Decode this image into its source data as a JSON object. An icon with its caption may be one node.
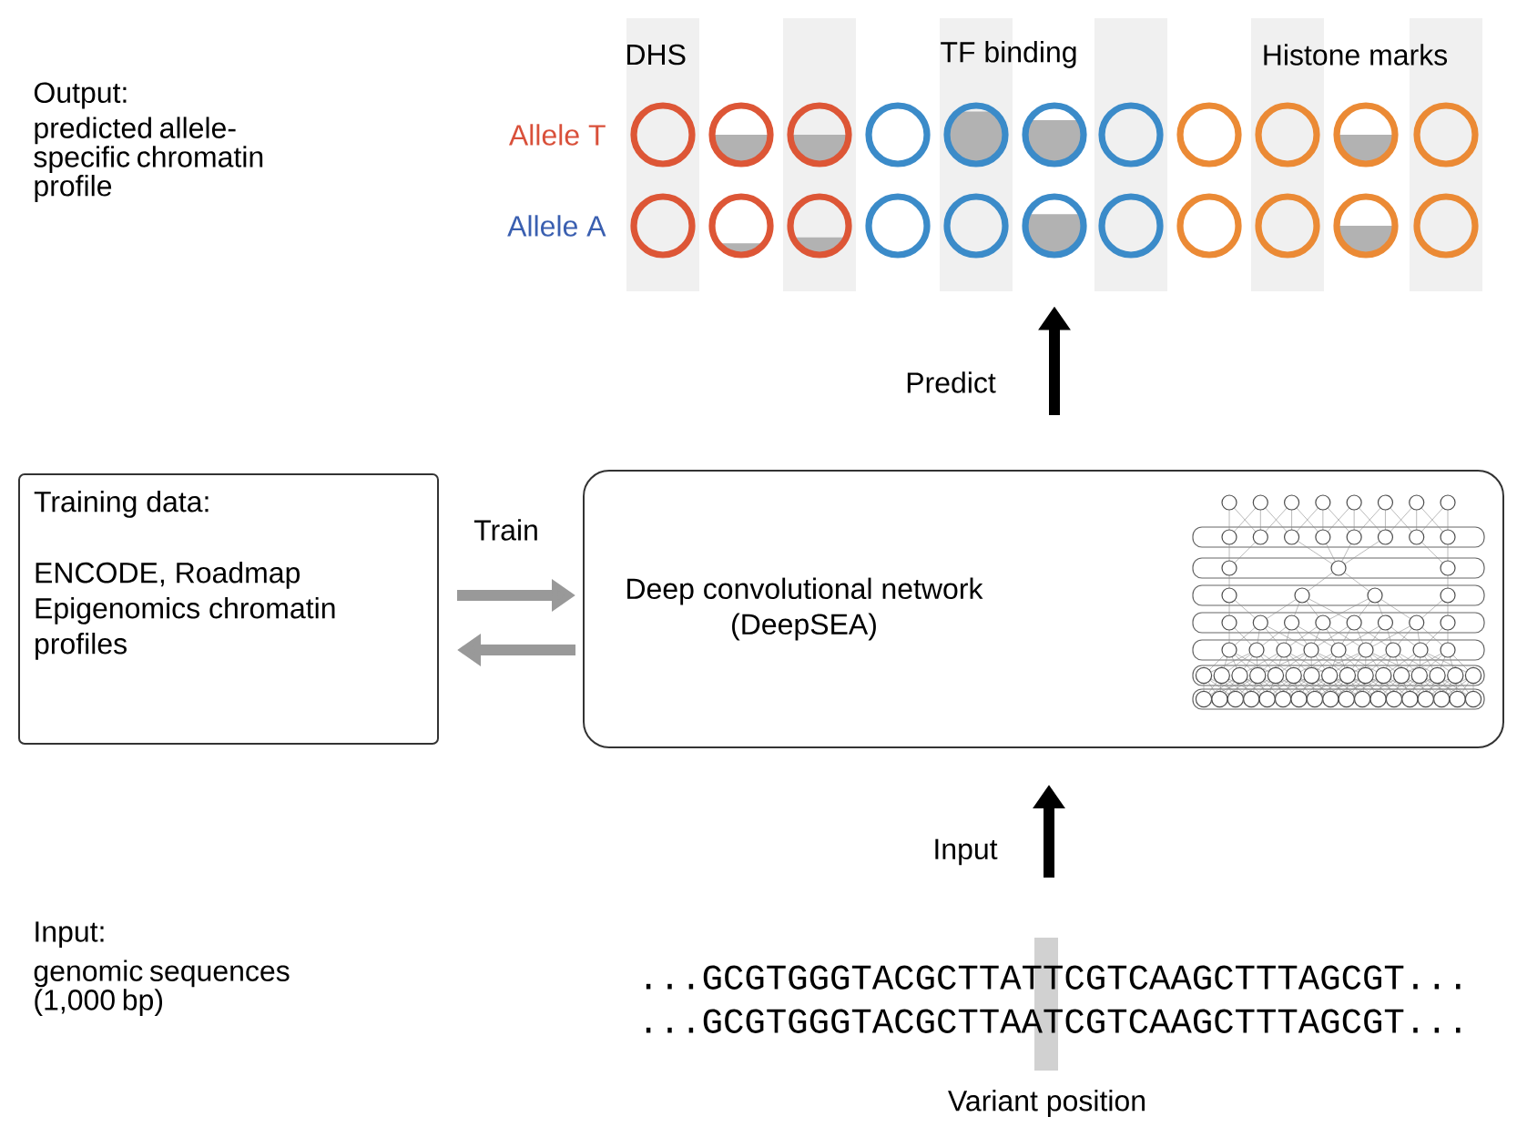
{
  "diagram": {
    "nodes": [
      {
        "text": [
          "Training data:",
          "ENCODE, Roadmap Epigenomics chromatin profiles"
        ]
      },
      {
        "text": [
          "Deep convolutional network (DeepSEA)"
        ]
      },
      {
        "text": [],
        "shape": "picture"
      },
      {
        "text": [
          "...GCGTGGGTACGCTTATTCGTCAAGCTTTAGCGT...",
          "...GCGTGGGTACGCTTAATCGTCAAGCTTTAGCGT..."
        ]
      }
    ],
    "edges": [
      {
        "from": 0,
        "to": 1,
        "arrow": "to",
        "label": "Train",
        "color": "#999999"
      },
      {
        "from": 1,
        "to": 0,
        "arrow": "to",
        "color": "#999999"
      },
      {
        "from": 1,
        "to": 2,
        "arrow": "to",
        "label": "Predict",
        "color": "#000000"
      },
      {
        "from": 3,
        "to": 1,
        "arrow": "to",
        "label": "Input",
        "color": "#000000"
      }
    ],
    "labels": [
      "Output:",
      "predicted allele-specific chromatin profile",
      "DHS",
      "TF binding",
      "Histone marks",
      "Allele T",
      "Allele A",
      "Input:",
      "genomic sequences (1,000 bp)",
      "Variant position"
    ]
  }
}
